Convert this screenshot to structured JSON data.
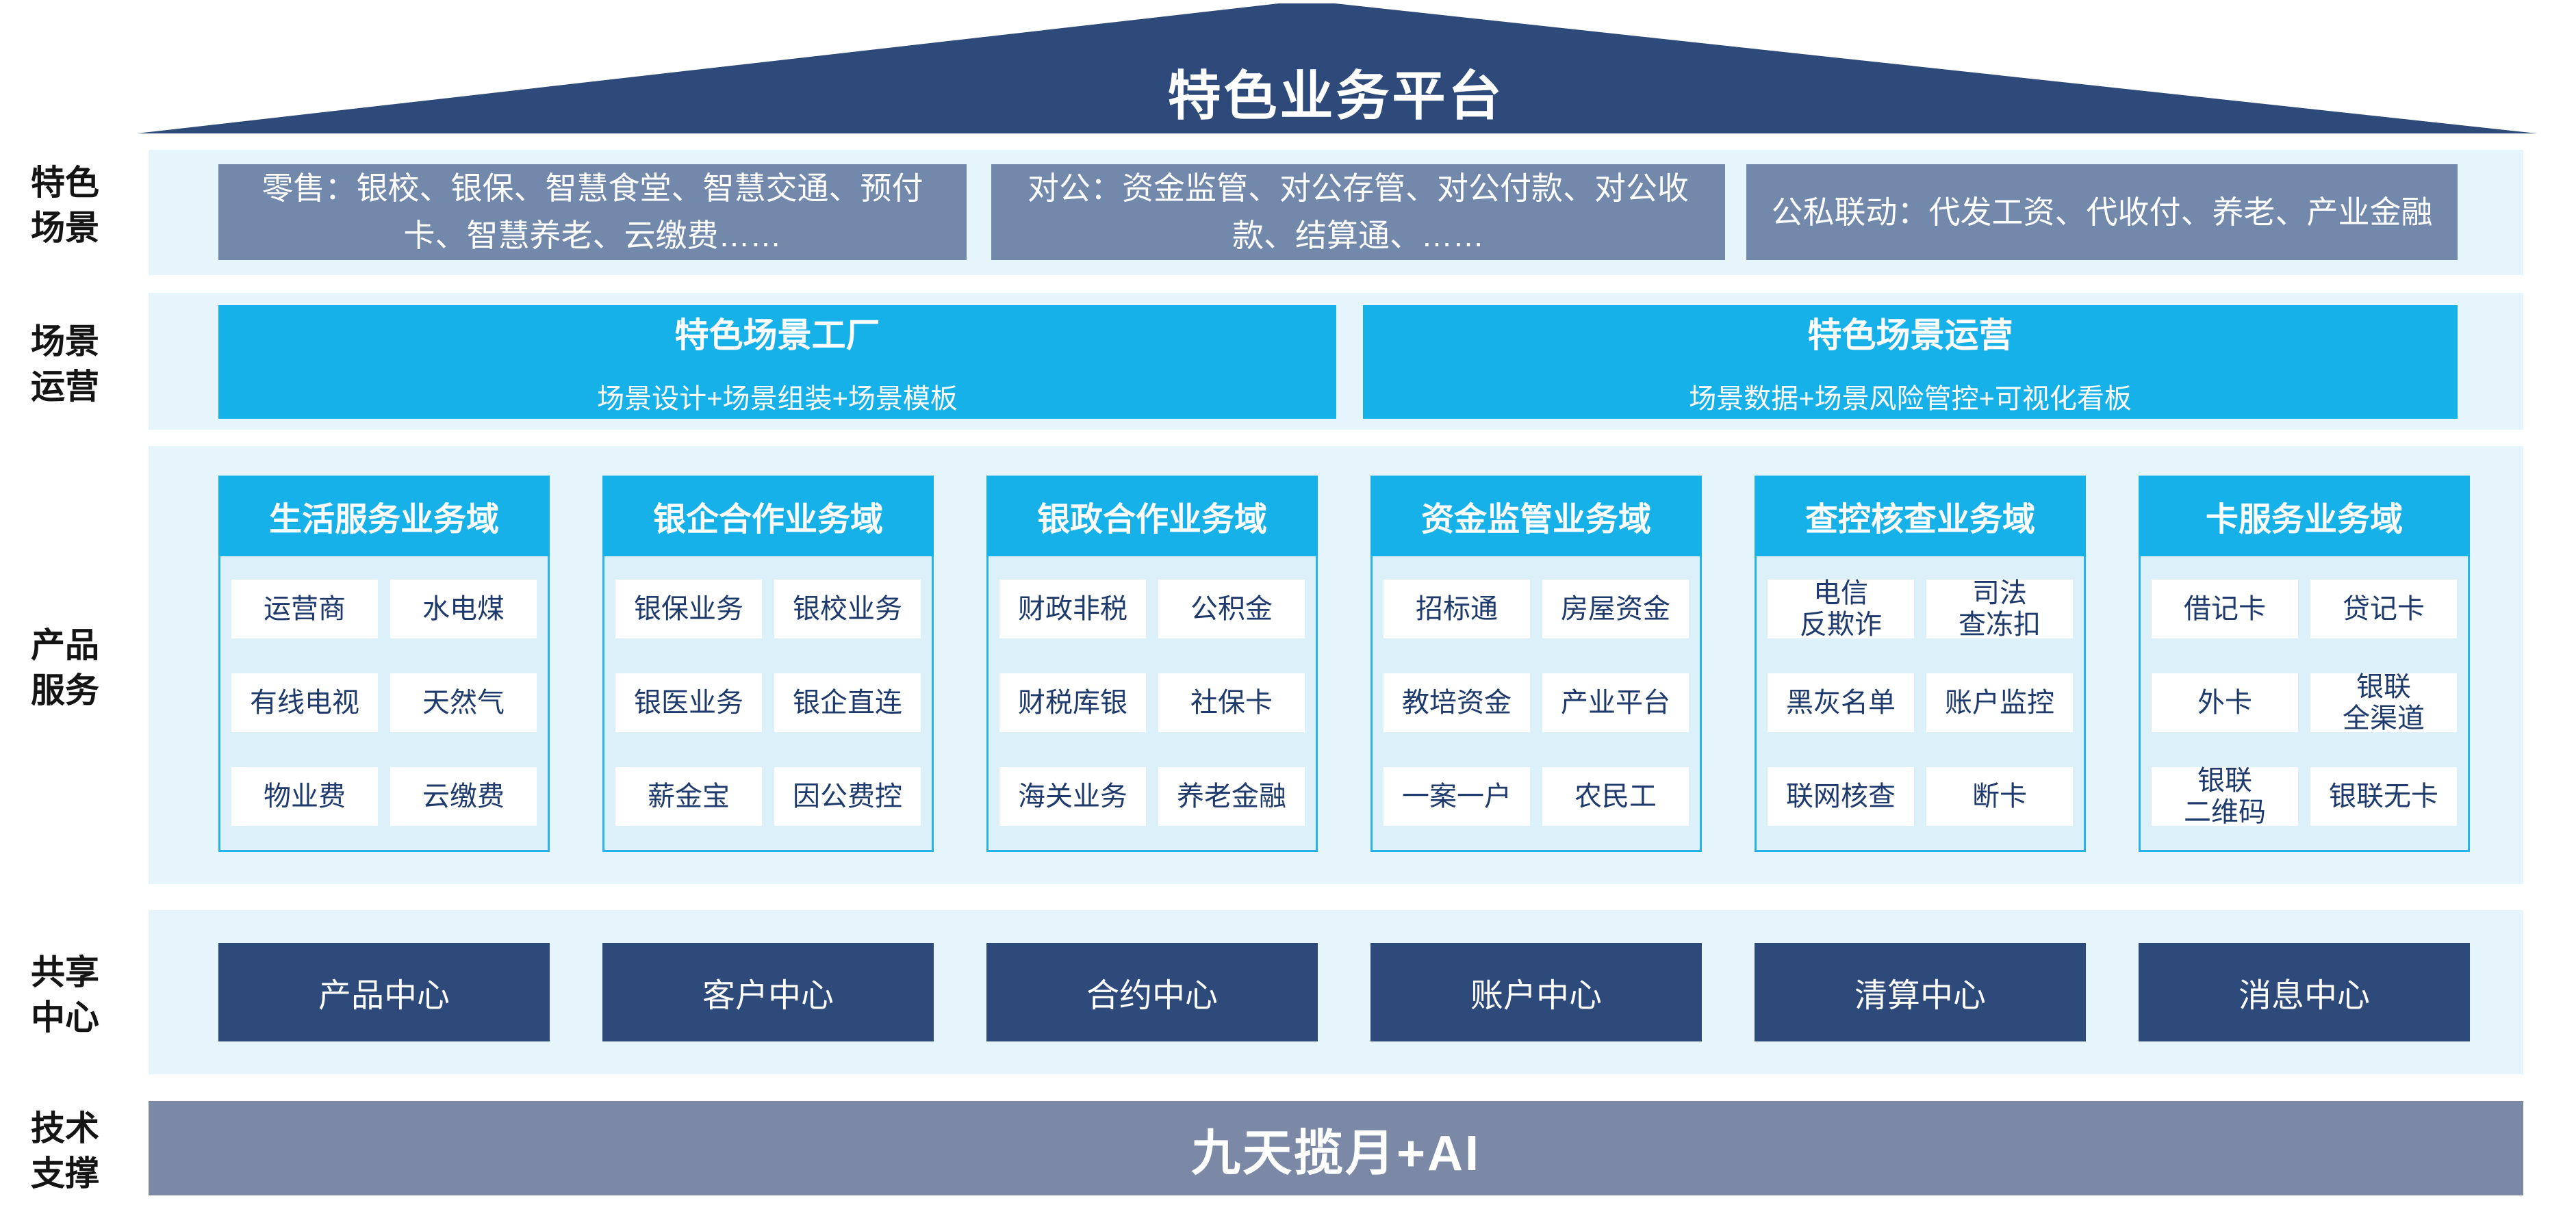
{
  "roof_title": "特色业务平台",
  "side_labels": {
    "scenes": "特色\n场景",
    "operation": "场景\n运营",
    "products": "产品\n服务",
    "shared": "共享\n中心",
    "tech": "技术\n支撑"
  },
  "scene_boxes": [
    "零售：银校、银保、智慧食堂、智慧交通、预付卡、智慧养老、云缴费……",
    "对公：资金监管、对公存管、对公付款、对公收款、结算通、……",
    "公私联动：代发工资、代收付、养老、产业金融"
  ],
  "operation_boxes": [
    {
      "title": "特色场景工厂",
      "subtitle": "场景设计+场景组装+场景模板"
    },
    {
      "title": "特色场景运营",
      "subtitle": "场景数据+场景风险管控+可视化看板"
    }
  ],
  "product_columns": [
    {
      "header": "生活服务业务域",
      "cells": [
        "运营商",
        "水电煤",
        "有线电视",
        "天然气",
        "物业费",
        "云缴费"
      ]
    },
    {
      "header": "银企合作业务域",
      "cells": [
        "银保业务",
        "银校业务",
        "银医业务",
        "银企直连",
        "薪金宝",
        "因公费控"
      ]
    },
    {
      "header": "银政合作业务域",
      "cells": [
        "财政非税",
        "公积金",
        "财税库银",
        "社保卡",
        "海关业务",
        "养老金融"
      ]
    },
    {
      "header": "资金监管业务域",
      "cells": [
        "招标通",
        "房屋资金",
        "教培资金",
        "产业平台",
        "一案一户",
        "农民工"
      ]
    },
    {
      "header": "查控核查业务域",
      "cells": [
        "电信\n反欺诈",
        "司法\n查冻扣",
        "黑灰名单",
        "账户监控",
        "联网核查",
        "断卡"
      ]
    },
    {
      "header": "卡服务业务域",
      "cells": [
        "借记卡",
        "贷记卡",
        "外卡",
        "银联\n全渠道",
        "银联\n二维码",
        "银联无卡"
      ]
    }
  ],
  "shared_centers": [
    "产品中心",
    "客户中心",
    "合约中心",
    "账户中心",
    "清算中心",
    "消息中心"
  ],
  "tech_bar": "九天揽月+AI",
  "colors": {
    "roof_navy": "#2E4A7B",
    "scene_slate": "#7289AC",
    "accent_cyan": "#17B1E9",
    "band_light_blue": "#E6F4FC",
    "column_body_blue": "#DCF0FA",
    "cell_text_navy": "#1E3A6D",
    "tech_bar_gray_blue": "#7B89A7",
    "text_white": "#FFFFFF"
  }
}
